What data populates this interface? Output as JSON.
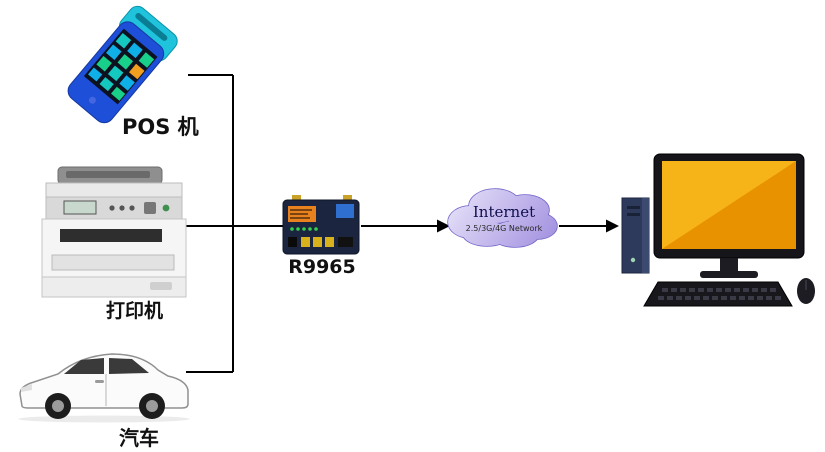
{
  "diagram_title": "POS / printer / car to Internet via R9965 router topology",
  "devices": {
    "pos": {
      "label": "POS 机"
    },
    "printer": {
      "label": "打印机"
    },
    "car": {
      "label": "汽车"
    },
    "router": {
      "label": "R9965"
    },
    "cloud": {
      "title": "Internet",
      "subtitle": "2.5/3G/4G Network"
    },
    "computer": {
      "label": ""
    }
  },
  "connections": [
    {
      "from": "pos",
      "to": "router",
      "arrow": false
    },
    {
      "from": "printer",
      "to": "router",
      "arrow": false
    },
    {
      "from": "car",
      "to": "router",
      "arrow": false
    },
    {
      "from": "router",
      "to": "cloud",
      "arrow": true
    },
    {
      "from": "cloud",
      "to": "computer",
      "arrow": true
    }
  ],
  "colors": {
    "line": "#000000",
    "pos_body": "#1e4fd8",
    "pos_top": "#1fc3dc",
    "router_body": "#1b2540",
    "router_sticker": "#e8821e",
    "cloud_fill_light": "#e3ddf7",
    "cloud_fill_dark": "#a291e0",
    "cloud_border": "#6f62c8",
    "monitor_screen": "#e89200",
    "monitor_screen_light": "#f6b419",
    "tower_body": "#2e3a5c"
  }
}
